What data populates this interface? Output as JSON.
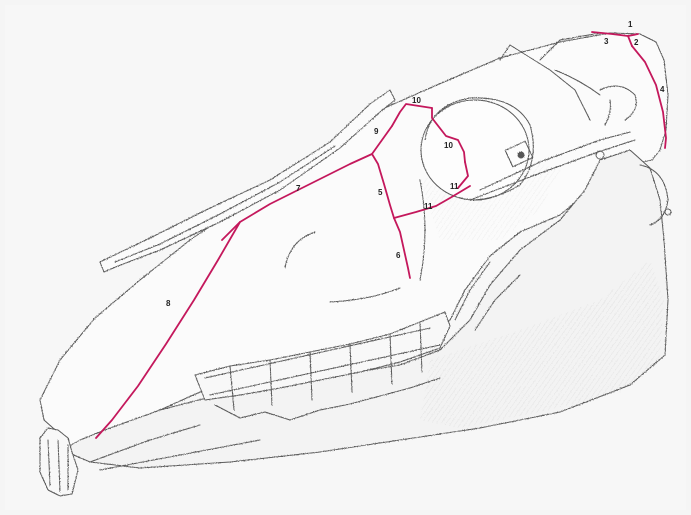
{
  "figure": {
    "suture_color": "#c4185c",
    "sketch_color": "#555555",
    "labels": [
      {
        "id": "l1",
        "text": "1"
      },
      {
        "id": "l2",
        "text": "2"
      },
      {
        "id": "l3",
        "text": "3"
      },
      {
        "id": "l4",
        "text": "4"
      },
      {
        "id": "l5",
        "text": "5"
      },
      {
        "id": "l6",
        "text": "6"
      },
      {
        "id": "l7",
        "text": "7"
      },
      {
        "id": "l8",
        "text": "8"
      },
      {
        "id": "l9",
        "text": "9"
      },
      {
        "id": "l10a",
        "text": "10"
      },
      {
        "id": "l10b",
        "text": "10"
      },
      {
        "id": "l11a",
        "text": "11"
      },
      {
        "id": "l11b",
        "text": "11"
      }
    ]
  }
}
